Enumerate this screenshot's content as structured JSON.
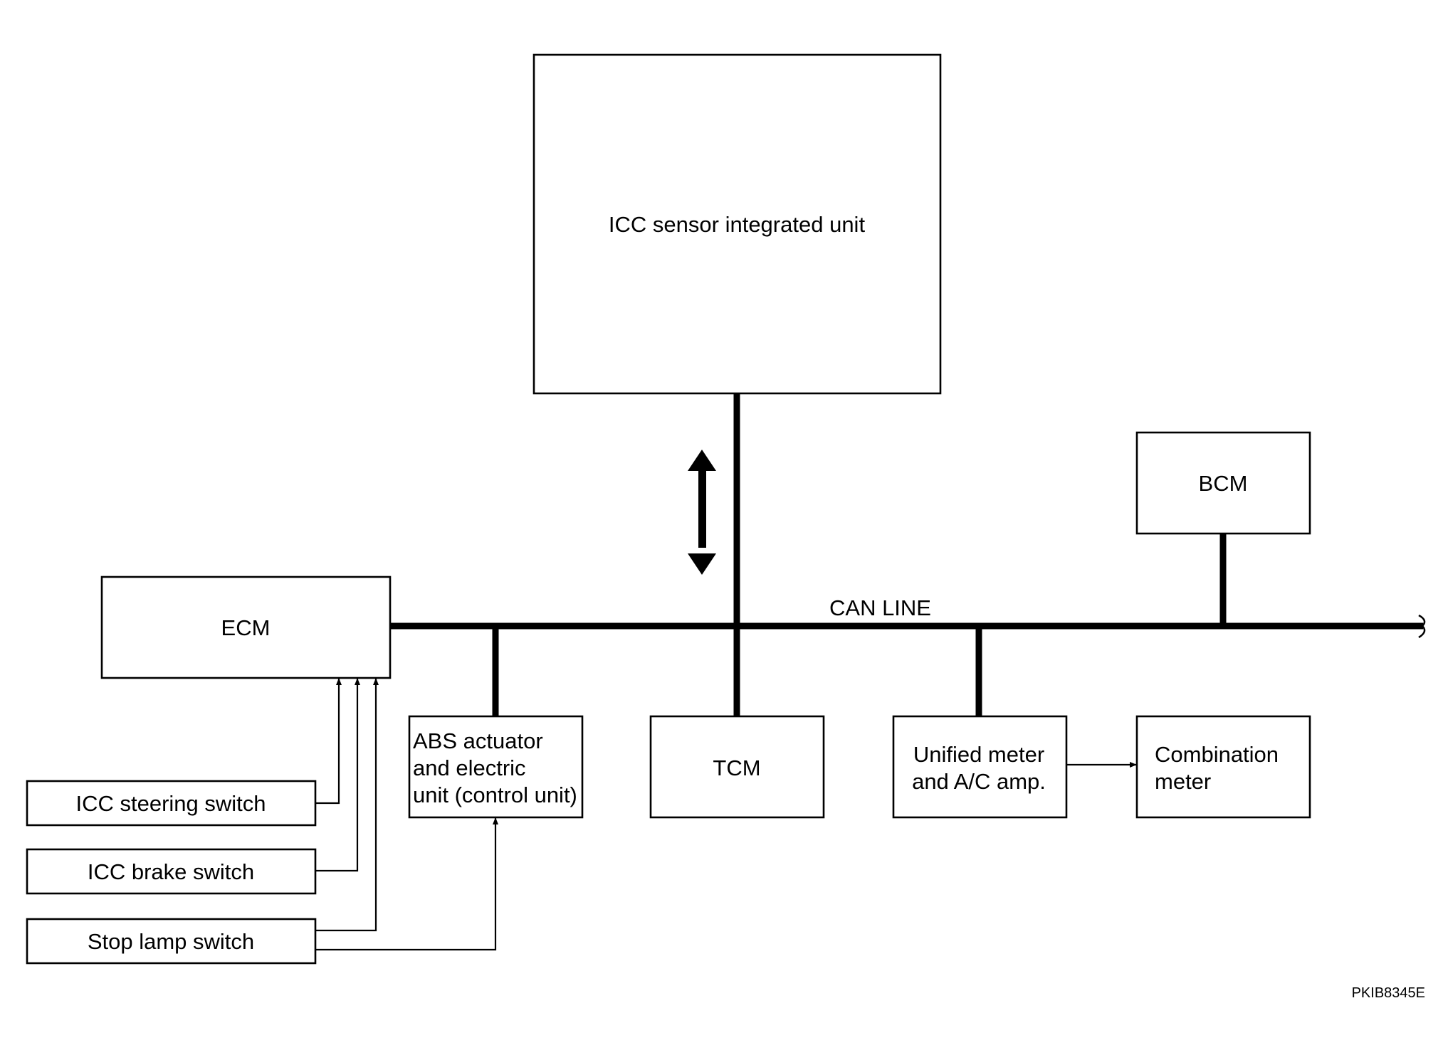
{
  "diagram": {
    "nodes": {
      "icc_sensor": {
        "label": "ICC sensor integrated unit"
      },
      "bcm": {
        "label": "BCM"
      },
      "ecm": {
        "label": "ECM"
      },
      "abs": {
        "lines": [
          "ABS actuator",
          "and electric",
          "unit (control unit)"
        ]
      },
      "tcm": {
        "label": "TCM"
      },
      "unified_meter": {
        "lines": [
          "Unified meter",
          "and A/C amp."
        ]
      },
      "combination_meter": {
        "lines": [
          "Combination",
          "meter"
        ]
      },
      "icc_steering_switch": {
        "label": "ICC steering switch"
      },
      "icc_brake_switch": {
        "label": "ICC brake switch"
      },
      "stop_lamp_switch": {
        "label": "Stop lamp switch"
      }
    },
    "bus_label": "CAN LINE",
    "figure_code": "PKIB8345E"
  }
}
